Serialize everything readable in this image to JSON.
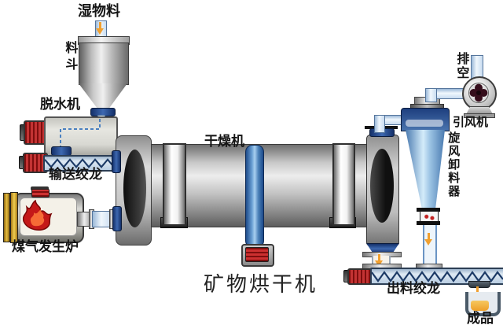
{
  "diagram_title": "矿物烘干机",
  "labels": {
    "wet_material": "湿物料",
    "hopper": "料斗",
    "dewatering_machine": "脱水机",
    "feed_screw_conveyor": "输送绞龙",
    "gas_generator_furnace": "煤气发生炉",
    "dryer": "干燥机",
    "exhaust_vent": "排空",
    "induced_draft_fan": "引风机",
    "cyclone_discharger": "旋风卸料器",
    "discharge_screw_conveyor": "出料绞龙",
    "finished_product": "成品"
  },
  "colors": {
    "motor_red": "#c03030",
    "flame_red": "#c41818",
    "pipe_navy": "#1c3a7a",
    "cyclone_blue": "#a8d0ec",
    "conveyor_blue": "#c6d8ea",
    "furnace_yellow": "#d9a52a",
    "product_orange": "#f0b040",
    "flow_arrow_orange": "#f0a030",
    "metal_gray": "#c9c9c9"
  },
  "icons": {
    "flame": "flame-icon",
    "fan_blades": "fan-blades-icon",
    "flow_arrow": "flow-arrow-icon"
  }
}
